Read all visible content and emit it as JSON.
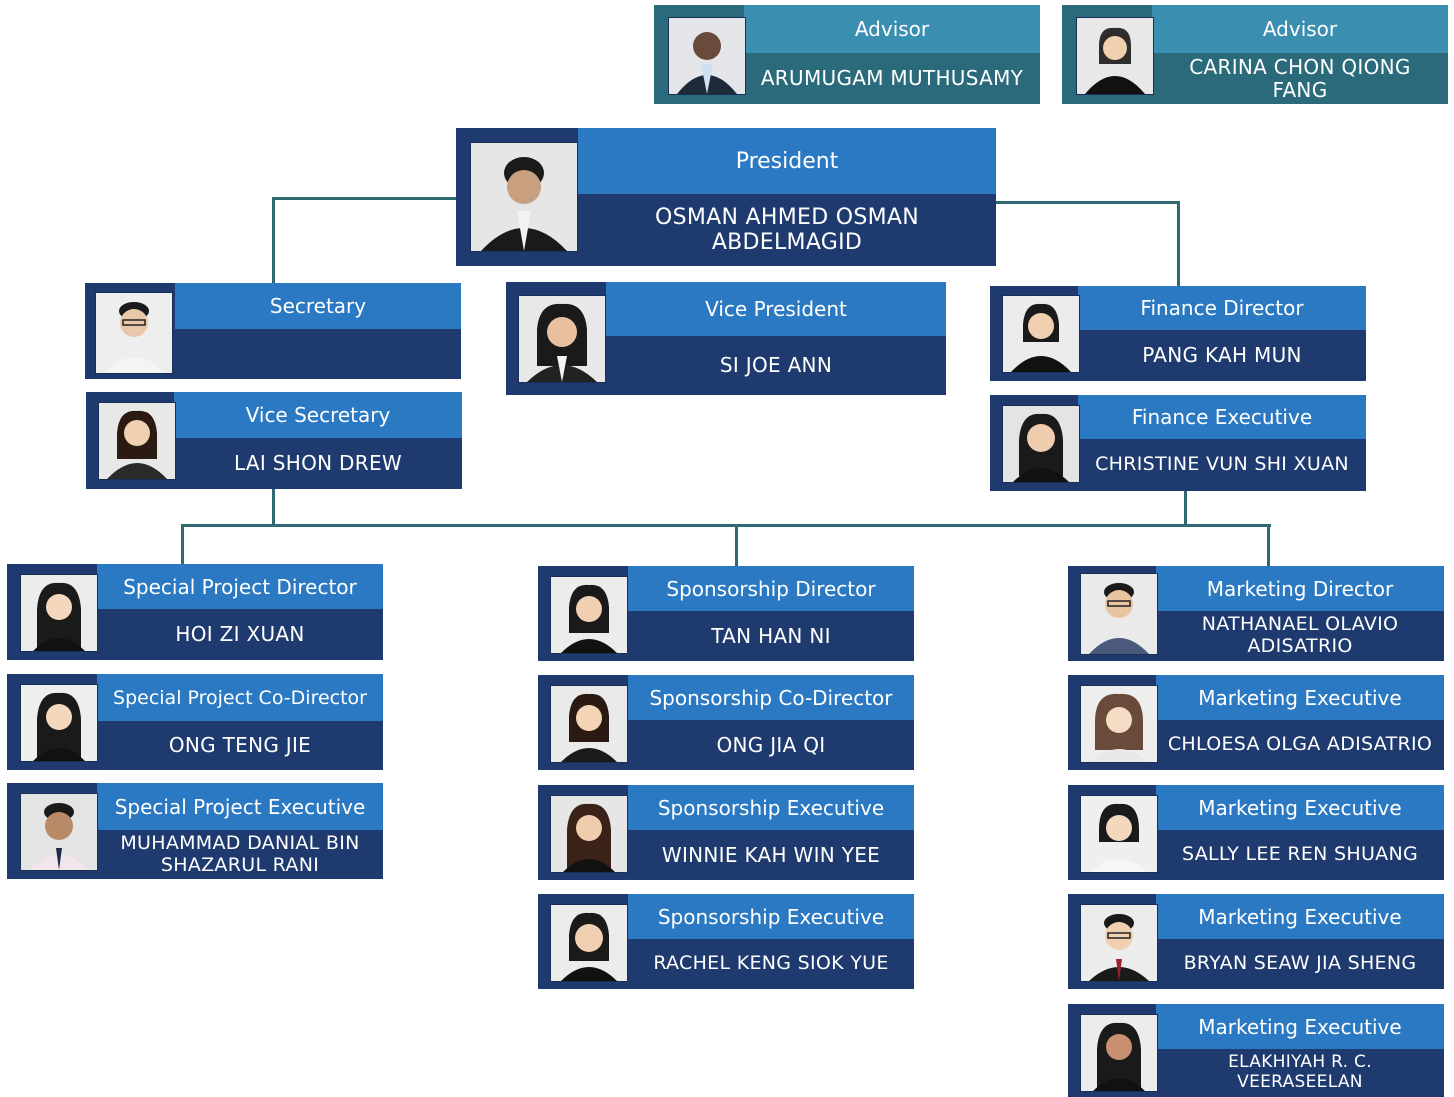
{
  "colors": {
    "role_band": "#2b79c2",
    "name_band": "#1e3a6e",
    "advisor_band": "#3a8fb0",
    "advisor_name_band": "#2a6a7a",
    "connector": "#2f6a72"
  },
  "advisors": [
    {
      "role": "Advisor",
      "name": "ARUMUGAM MUTHUSAMY"
    },
    {
      "role": "Advisor",
      "name": "CARINA CHON QIONG FANG"
    }
  ],
  "president": {
    "role": "President",
    "name": "OSMAN AHMED OSMAN ABDELMAGID"
  },
  "secretary": {
    "role": "Secretary",
    "name": ""
  },
  "vice_secretary": {
    "role": "Vice Secretary",
    "name": "LAI SHON DREW"
  },
  "vice_president": {
    "role": "Vice President",
    "name": "SI JOE ANN"
  },
  "finance_director": {
    "role": "Finance Director",
    "name": "PANG KAH MUN"
  },
  "finance_executive": {
    "role": "Finance Executive",
    "name": "CHRISTINE VUN SHI XUAN"
  },
  "special_project": [
    {
      "role": "Special Project Director",
      "name": "HOI ZI XUAN"
    },
    {
      "role": "Special Project Co-Director",
      "name": "ONG TENG JIE"
    },
    {
      "role": "Special Project Executive",
      "name": "MUHAMMAD DANIAL BIN SHAZARUL RANI"
    }
  ],
  "sponsorship": [
    {
      "role": "Sponsorship Director",
      "name": "TAN HAN NI"
    },
    {
      "role": "Sponsorship Co-Director",
      "name": "ONG JIA QI"
    },
    {
      "role": "Sponsorship Executive",
      "name": "WINNIE KAH WIN YEE"
    },
    {
      "role": "Sponsorship Executive",
      "name": "RACHEL KENG SIOK YUE"
    }
  ],
  "marketing": [
    {
      "role": "Marketing Director",
      "name": "NATHANAEL OLAVIO ADISATRIO"
    },
    {
      "role": "Marketing Executive",
      "name": "CHLOESA OLGA ADISATRIO"
    },
    {
      "role": "Marketing Executive",
      "name": "SALLY LEE REN SHUANG"
    },
    {
      "role": "Marketing Executive",
      "name": "BRYAN SEAW JIA SHENG"
    },
    {
      "role": "Marketing Executive",
      "name": "ELAKHIYAH R. C. VEERASEELAN"
    }
  ]
}
